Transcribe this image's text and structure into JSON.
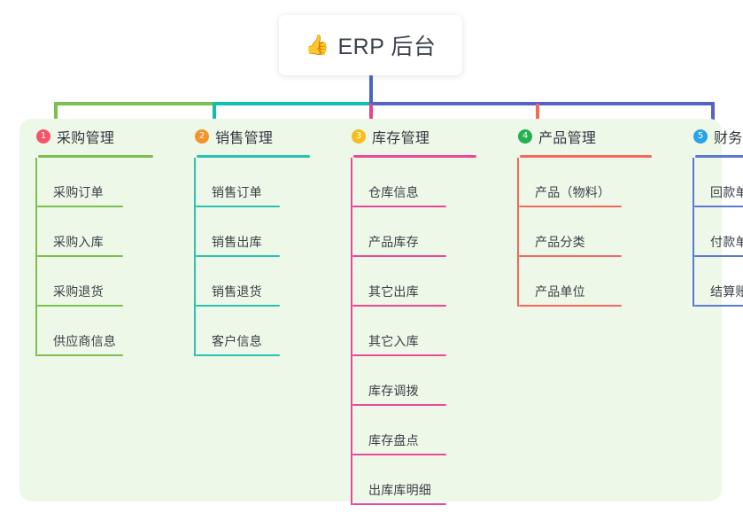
{
  "root": {
    "icon": "thumbs-up-icon",
    "icon_glyph": "👍",
    "title": "ERP 后台"
  },
  "panel": {
    "background_color": "#eef8e9"
  },
  "connectors": {
    "stem_color": "#4a61c8",
    "bus_colors": [
      "#7bbf4e",
      "#0fc1ac",
      "#5663c4"
    ]
  },
  "columns": [
    {
      "number": "1",
      "title": "采购管理",
      "badge_color": "#f4556b",
      "line_color": "#7bbf4e",
      "items": [
        "采购订单",
        "采购入库",
        "采购退货",
        "供应商信息"
      ]
    },
    {
      "number": "2",
      "title": "销售管理",
      "badge_color": "#f39328",
      "line_color": "#29c2b2",
      "items": [
        "销售订单",
        "销售出库",
        "销售退货",
        "客户信息"
      ]
    },
    {
      "number": "3",
      "title": "库存管理",
      "badge_color": "#f5bd1f",
      "line_color": "#ec4899",
      "items": [
        "仓库信息",
        "产品库存",
        "其它出库",
        "其它入库",
        "库存调拨",
        "库存盘点",
        "出库库明细"
      ]
    },
    {
      "number": "4",
      "title": "产品管理",
      "badge_color": "#22b14c",
      "line_color": "#f4695f",
      "items": [
        "产品（物料）",
        "产品分类",
        "产品单位"
      ]
    },
    {
      "number": "5",
      "title": "财务管理",
      "badge_color": "#29a3e8",
      "line_color": "#5b79cf",
      "items": [
        "回款单",
        "付款单",
        "结算账户"
      ]
    }
  ]
}
